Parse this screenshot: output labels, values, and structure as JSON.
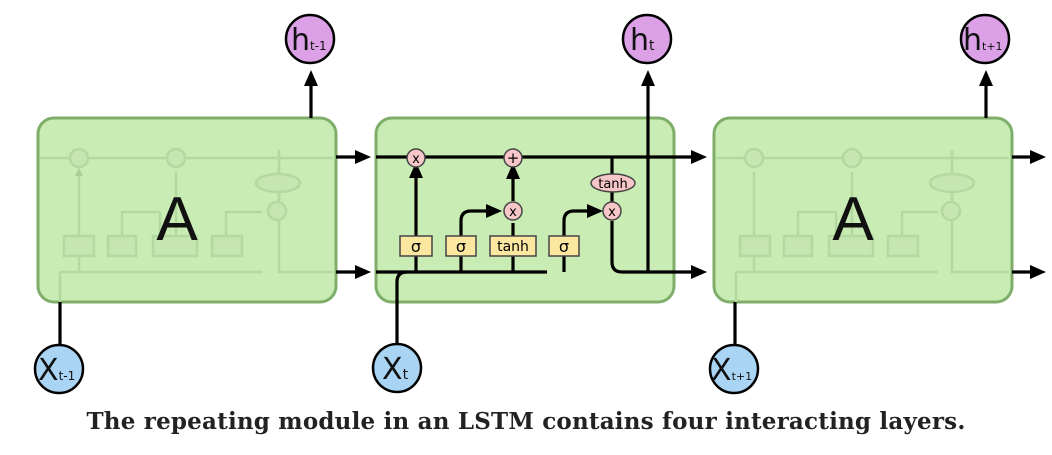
{
  "modules": [
    {
      "role": "previous",
      "label": "A",
      "input_label": "X",
      "input_sub": "t-1",
      "output_label": "h",
      "output_sub": "t-1"
    },
    {
      "role": "current",
      "label": "",
      "input_label": "X",
      "input_sub": "t",
      "output_label": "h",
      "output_sub": "t"
    },
    {
      "role": "next",
      "label": "A",
      "input_label": "X",
      "input_sub": "t+1",
      "output_label": "h",
      "output_sub": "t+1"
    }
  ],
  "gates": {
    "forget_gate": "σ",
    "input_gate": "σ",
    "candidate_layer": "tanh",
    "output_gate": "σ"
  },
  "pointwise_ops": {
    "forget_multiply": "x",
    "cell_add": "+",
    "input_multiply": "x",
    "output_tanh": "tanh",
    "output_multiply": "x"
  },
  "caption": "The repeating module in an LSTM contains four interacting layers.",
  "colors": {
    "module_fill": "#c8ecb3",
    "module_stroke": "#7fae6a",
    "layer_fill": "#fce7a0",
    "op_fill": "#f7c6c9",
    "hidden_fill": "#dba0e6",
    "input_fill": "#a9d4f3"
  }
}
